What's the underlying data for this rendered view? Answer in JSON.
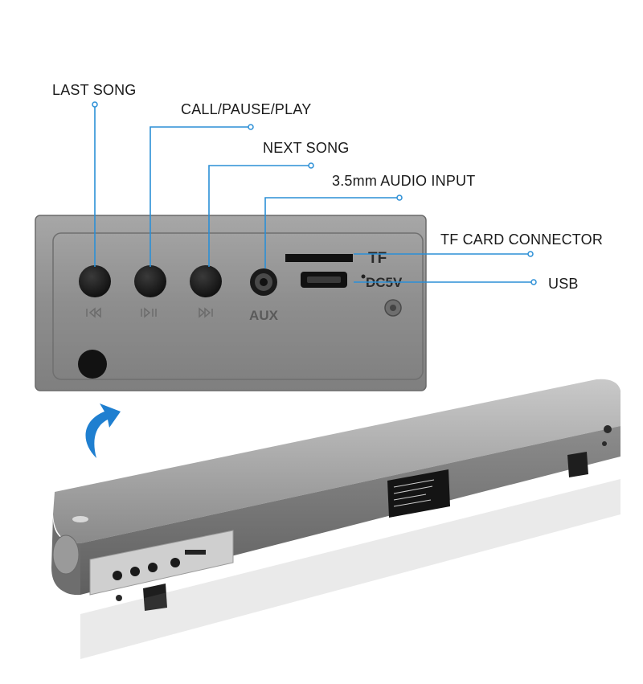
{
  "callouts": {
    "last_song": "LAST SONG",
    "call_pause_play": "CALL/PAUSE/PLAY",
    "next_song": "NEXT SONG",
    "audio_input": "3.5mm AUDIO INPUT",
    "tf_card": "TF CARD CONNECTOR",
    "usb": "USB"
  },
  "panel": {
    "aux_label": "AUX",
    "tf_label": "TF",
    "dc_label": "DC5V"
  },
  "colors": {
    "callout_line": "#2b8fd6",
    "arrow": "#1f7fd0",
    "panel": "#8f8f8f",
    "buttons": "#1c1c1c"
  },
  "icons": {
    "arrow": "curved-arrow-icon"
  }
}
